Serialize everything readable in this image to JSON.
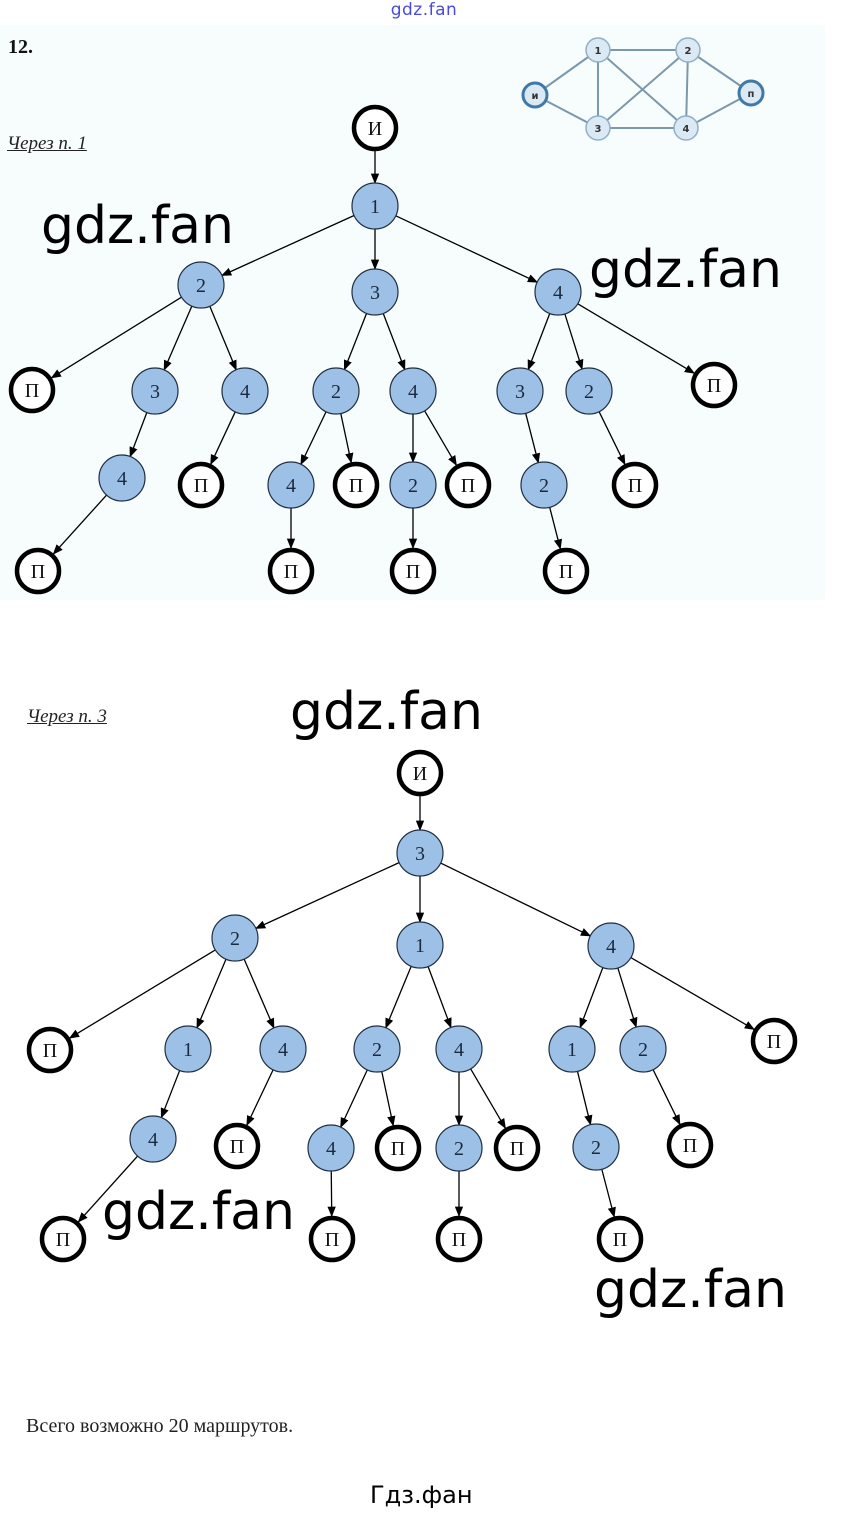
{
  "header": {
    "watermark_top": "gdz.fan",
    "problem_number": "12."
  },
  "graph": {
    "nodes": [
      "И",
      "1",
      "2",
      "3",
      "4",
      "П"
    ],
    "edges": [
      [
        "И",
        "1"
      ],
      [
        "И",
        "3"
      ],
      [
        "1",
        "2"
      ],
      [
        "1",
        "3"
      ],
      [
        "1",
        "4"
      ],
      [
        "2",
        "3"
      ],
      [
        "2",
        "4"
      ],
      [
        "2",
        "П"
      ],
      [
        "3",
        "4"
      ],
      [
        "4",
        "П"
      ]
    ],
    "colors": {
      "node_fill": "#dbe9f4",
      "node_stroke": "#8fb0c8",
      "edge": "#7b98ad",
      "endpoint_stroke": "#3f79a8"
    }
  },
  "sections": [
    {
      "caption": "Через п. 1",
      "tree": [
        {
          "id": "r",
          "label": "И",
          "type": "endpoint"
        },
        {
          "id": "a",
          "label": "1",
          "type": "vertex",
          "parent": "r"
        },
        {
          "id": "a2",
          "label": "2",
          "type": "vertex",
          "parent": "a"
        },
        {
          "id": "a3",
          "label": "3",
          "type": "vertex",
          "parent": "a"
        },
        {
          "id": "a4",
          "label": "4",
          "type": "vertex",
          "parent": "a"
        },
        {
          "id": "a2p",
          "label": "П",
          "type": "endpoint",
          "parent": "a2"
        },
        {
          "id": "a23",
          "label": "3",
          "type": "vertex",
          "parent": "a2"
        },
        {
          "id": "a24",
          "label": "4",
          "type": "vertex",
          "parent": "a2"
        },
        {
          "id": "a234",
          "label": "4",
          "type": "vertex",
          "parent": "a23"
        },
        {
          "id": "a234p",
          "label": "П",
          "type": "endpoint",
          "parent": "a234"
        },
        {
          "id": "a24p",
          "label": "П",
          "type": "endpoint",
          "parent": "a24"
        },
        {
          "id": "a32",
          "label": "2",
          "type": "vertex",
          "parent": "a3"
        },
        {
          "id": "a34",
          "label": "4",
          "type": "vertex",
          "parent": "a3"
        },
        {
          "id": "a324",
          "label": "4",
          "type": "vertex",
          "parent": "a32"
        },
        {
          "id": "a32p",
          "label": "П",
          "type": "endpoint",
          "parent": "a32"
        },
        {
          "id": "a324p",
          "label": "П",
          "type": "endpoint",
          "parent": "a324"
        },
        {
          "id": "a342",
          "label": "2",
          "type": "vertex",
          "parent": "a34"
        },
        {
          "id": "a34p",
          "label": "П",
          "type": "endpoint",
          "parent": "a34"
        },
        {
          "id": "a342p",
          "label": "П",
          "type": "endpoint",
          "parent": "a342"
        },
        {
          "id": "a43",
          "label": "3",
          "type": "vertex",
          "parent": "a4"
        },
        {
          "id": "a42",
          "label": "2",
          "type": "vertex",
          "parent": "a4"
        },
        {
          "id": "a4p",
          "label": "П",
          "type": "endpoint",
          "parent": "a4"
        },
        {
          "id": "a432",
          "label": "2",
          "type": "vertex",
          "parent": "a43"
        },
        {
          "id": "a432p",
          "label": "П",
          "type": "endpoint",
          "parent": "a432"
        },
        {
          "id": "a42p",
          "label": "П",
          "type": "endpoint",
          "parent": "a42"
        }
      ]
    },
    {
      "caption": "Через п. 3",
      "tree": [
        {
          "id": "r",
          "label": "И",
          "type": "endpoint"
        },
        {
          "id": "b",
          "label": "3",
          "type": "vertex",
          "parent": "r"
        },
        {
          "id": "b2",
          "label": "2",
          "type": "vertex",
          "parent": "b"
        },
        {
          "id": "b1",
          "label": "1",
          "type": "vertex",
          "parent": "b"
        },
        {
          "id": "b4",
          "label": "4",
          "type": "vertex",
          "parent": "b"
        },
        {
          "id": "b2p",
          "label": "П",
          "type": "endpoint",
          "parent": "b2"
        },
        {
          "id": "b21",
          "label": "1",
          "type": "vertex",
          "parent": "b2"
        },
        {
          "id": "b24",
          "label": "4",
          "type": "vertex",
          "parent": "b2"
        },
        {
          "id": "b214",
          "label": "4",
          "type": "vertex",
          "parent": "b21"
        },
        {
          "id": "b214p",
          "label": "П",
          "type": "endpoint",
          "parent": "b214"
        },
        {
          "id": "b24p",
          "label": "П",
          "type": "endpoint",
          "parent": "b24"
        },
        {
          "id": "b12",
          "label": "2",
          "type": "vertex",
          "parent": "b1"
        },
        {
          "id": "b14",
          "label": "4",
          "type": "vertex",
          "parent": "b1"
        },
        {
          "id": "b124",
          "label": "4",
          "type": "vertex",
          "parent": "b12"
        },
        {
          "id": "b12p",
          "label": "П",
          "type": "endpoint",
          "parent": "b12"
        },
        {
          "id": "b124p",
          "label": "П",
          "type": "endpoint",
          "parent": "b124"
        },
        {
          "id": "b142",
          "label": "2",
          "type": "vertex",
          "parent": "b14"
        },
        {
          "id": "b14p",
          "label": "П",
          "type": "endpoint",
          "parent": "b14"
        },
        {
          "id": "b142p",
          "label": "П",
          "type": "endpoint",
          "parent": "b142"
        },
        {
          "id": "b41",
          "label": "1",
          "type": "vertex",
          "parent": "b4"
        },
        {
          "id": "b42",
          "label": "2",
          "type": "vertex",
          "parent": "b4"
        },
        {
          "id": "b4p",
          "label": "П",
          "type": "endpoint",
          "parent": "b4"
        },
        {
          "id": "b412",
          "label": "2",
          "type": "vertex",
          "parent": "b41"
        },
        {
          "id": "b412p",
          "label": "П",
          "type": "endpoint",
          "parent": "b412"
        },
        {
          "id": "b42p",
          "label": "П",
          "type": "endpoint",
          "parent": "b42"
        }
      ]
    }
  ],
  "tree_colors": {
    "vertex_fill": "#9dc0e6",
    "vertex_stroke": "#1f2f44",
    "endpoint_fill": "#ffffff",
    "endpoint_stroke": "#000000",
    "arrow": "#000000"
  },
  "watermarks": [
    "gdz.fan",
    "gdz.fan",
    "gdz.fan",
    "gdz.fan",
    "gdz.fan"
  ],
  "summary": "Всего возможно 20 маршрутов.",
  "footer": "Гдз.фан"
}
